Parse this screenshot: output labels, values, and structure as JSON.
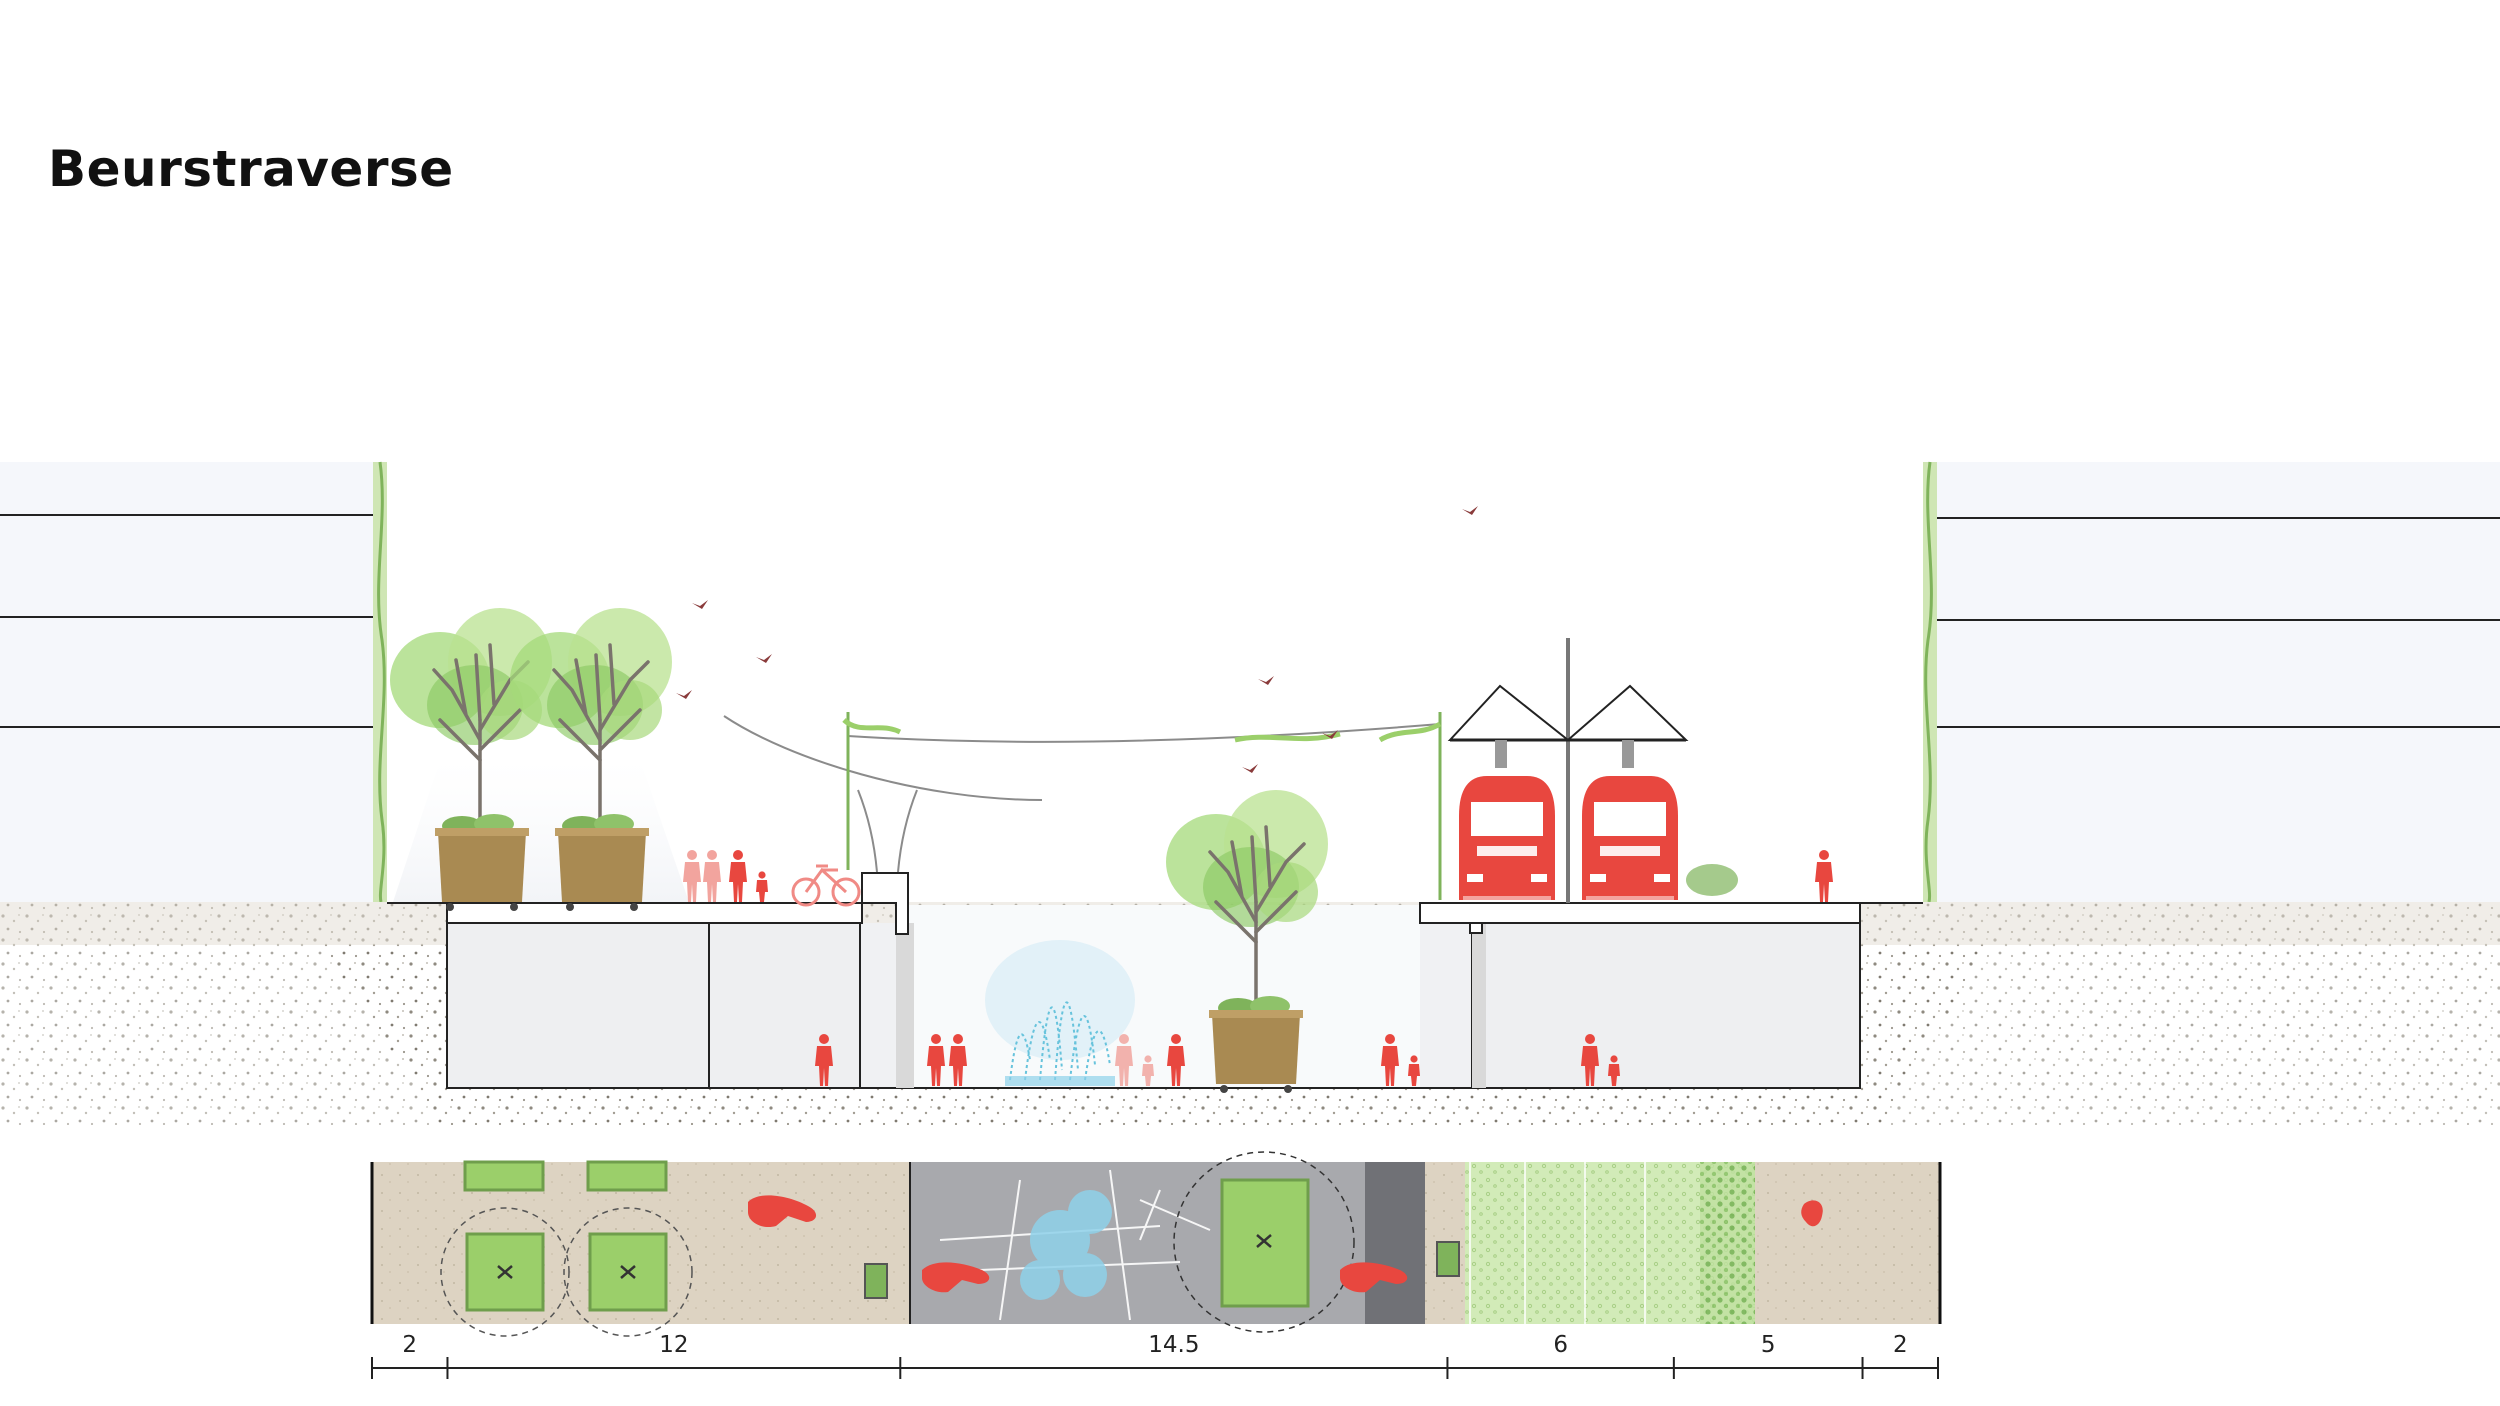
{
  "title": "Beurstraverse",
  "colors": {
    "accent_red": "#e8473f",
    "greenery": "#9bcf6a",
    "planter": "#a98a52",
    "soil": "#e5e1d8",
    "plaza_paving": "#ddd3c2",
    "street_asphalt": "#a4a5a9",
    "water": "#8fd1ea",
    "building": "#f5f7fb"
  },
  "icons": [
    "tree-icon",
    "planter-icon",
    "person-icon",
    "bicycle-icon",
    "tram-icon",
    "bird-icon",
    "fountain-icon",
    "canopy-icon"
  ],
  "dimensions": [
    {
      "label": "2",
      "from": 0,
      "to": 2
    },
    {
      "label": "12",
      "from": 2,
      "to": 14
    },
    {
      "label": "14.5",
      "from": 14,
      "to": 28.5
    },
    {
      "label": "6",
      "from": 28.5,
      "to": 34.5
    },
    {
      "label": "5",
      "from": 34.5,
      "to": 39.5
    },
    {
      "label": "2",
      "from": 39.5,
      "to": 41.5
    }
  ]
}
